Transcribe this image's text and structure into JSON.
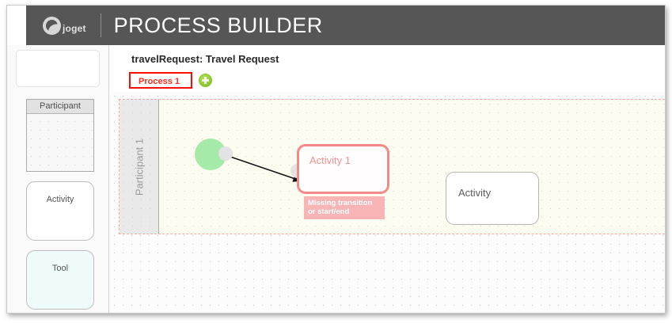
{
  "header": {
    "logo_icon": "joget-circle-logo-icon",
    "brand": "joget",
    "title": "PROCESS BUILDER",
    "bg_color": "#565656"
  },
  "sidebar": {
    "palette_items": [
      {
        "name": "participant",
        "label": "Participant"
      },
      {
        "name": "activity",
        "label": "Activity"
      },
      {
        "name": "tool",
        "label": "Tool"
      }
    ],
    "scroll_chevron_icon": "chevron-up-icon"
  },
  "main": {
    "doc_title": "travelRequest: Travel Request",
    "tabs": [
      {
        "label": "Process 1",
        "active": true,
        "highlight_color": "#fb0d00",
        "text_color": "#ff2d1c"
      }
    ],
    "add_process_label": "+",
    "add_process_color": "#95cf37"
  },
  "canvas": {
    "pool": {
      "lane_label": "Participant 1",
      "border_color": "#f6a9a9",
      "fill_color": "#fdfcf0"
    },
    "nodes": [
      {
        "name": "start-event",
        "type": "start",
        "label": "",
        "color": "#a5eaa8"
      },
      {
        "name": "activity-1",
        "type": "activity",
        "label": "Activity 1",
        "state": "error",
        "border_color": "#f48989",
        "text_color": "#f49191"
      },
      {
        "name": "activity-plain",
        "type": "activity",
        "label": "Activity",
        "state": "normal",
        "border_color": "#b4b4b4",
        "text_color": "#5c5c5c"
      }
    ],
    "error_badge": {
      "line1": "Missing transition",
      "line2": "or start/end",
      "bg_color": "#f9b5b5",
      "text_color": "#ffffff"
    },
    "transition": {
      "name": "transition-arrow",
      "from": "start-event",
      "to": "activity-1"
    }
  }
}
